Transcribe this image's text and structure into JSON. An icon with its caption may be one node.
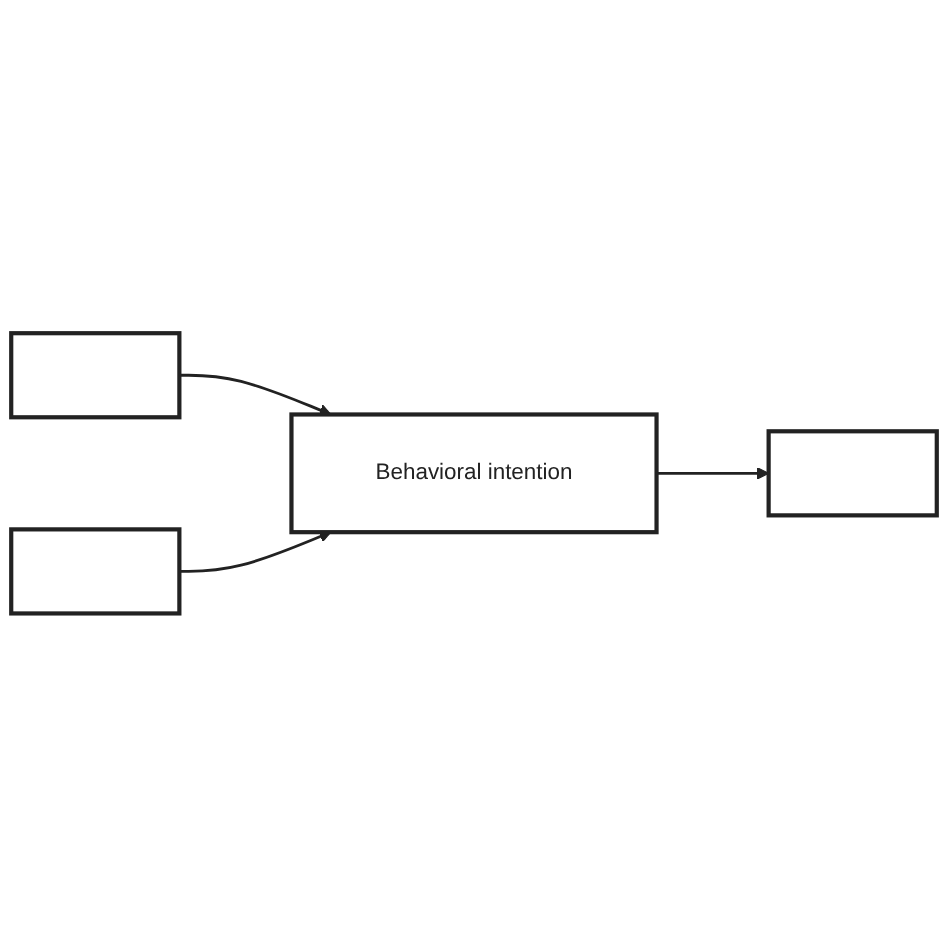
{
  "diagram": {
    "nodes": [
      {
        "text": [],
        "shape": "box"
      },
      {
        "text": [],
        "shape": "box"
      },
      {
        "text": [
          "Behavioral intention"
        ]
      },
      {
        "text": [],
        "shape": "box"
      }
    ],
    "edges": [
      {
        "from": 0,
        "to": 2,
        "arrow": "to"
      },
      {
        "from": 1,
        "to": 2,
        "arrow": "to"
      },
      {
        "from": 2,
        "to": 3,
        "arrow": "to"
      }
    ]
  }
}
